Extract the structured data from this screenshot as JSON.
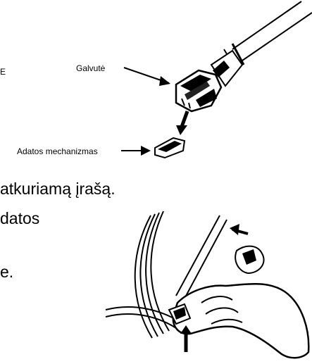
{
  "figure_top": {
    "label_head": "Galvutė",
    "label_stylus": "Adatos mechanizmas"
  },
  "body_text": {
    "line1": "atkuriamą įrašą.",
    "line2": "datos",
    "line3": "e."
  },
  "edge_glyph": "E"
}
